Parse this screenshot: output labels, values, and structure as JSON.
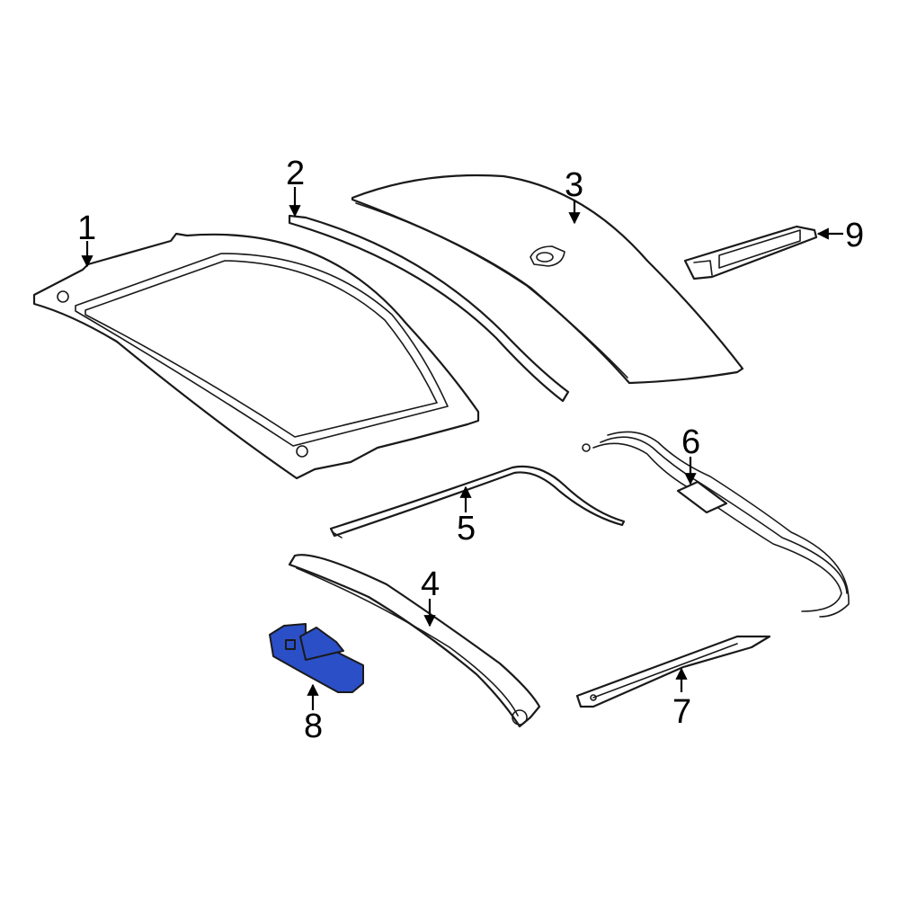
{
  "diagram": {
    "highlight_color": "#2B4FC7",
    "callouts": [
      {
        "id": "1",
        "label": "1"
      },
      {
        "id": "2",
        "label": "2"
      },
      {
        "id": "3",
        "label": "3"
      },
      {
        "id": "4",
        "label": "4"
      },
      {
        "id": "5",
        "label": "5"
      },
      {
        "id": "6",
        "label": "6"
      },
      {
        "id": "7",
        "label": "7"
      },
      {
        "id": "8",
        "label": "8",
        "highlighted": true
      },
      {
        "id": "9",
        "label": "9"
      }
    ]
  }
}
